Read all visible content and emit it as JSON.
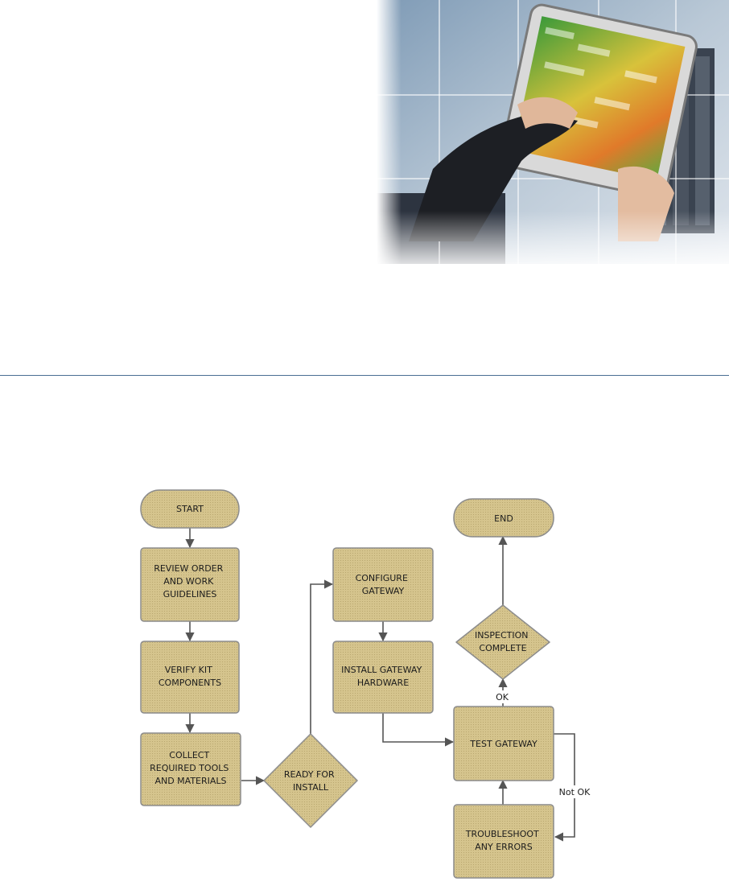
{
  "photo": {
    "subject": "hands-holding-tablet-in-server-room"
  },
  "colors": {
    "node_fill": "#d5c48d",
    "node_stroke": "#8c8c8c",
    "edge": "#555555",
    "divider": "#4a6f93"
  },
  "flowchart": {
    "nodes": {
      "start": {
        "lines": [
          "START"
        ]
      },
      "review": {
        "lines": [
          "REVIEW ORDER",
          "AND WORK",
          "GUIDELINES"
        ]
      },
      "verify": {
        "lines": [
          "VERIFY KIT",
          "COMPONENTS"
        ]
      },
      "collect": {
        "lines": [
          "COLLECT",
          "REQUIRED TOOLS",
          "AND MATERIALS"
        ]
      },
      "ready": {
        "lines": [
          "READY FOR",
          "INSTALL"
        ]
      },
      "configure": {
        "lines": [
          "CONFIGURE",
          "GATEWAY"
        ]
      },
      "install": {
        "lines": [
          "INSTALL GATEWAY",
          "HARDWARE"
        ]
      },
      "test": {
        "lines": [
          "TEST GATEWAY"
        ]
      },
      "troubleshoot": {
        "lines": [
          "TROUBLESHOOT",
          "ANY ERRORS"
        ]
      },
      "inspection": {
        "lines": [
          "INSPECTION",
          "COMPLETE"
        ]
      },
      "end": {
        "lines": [
          "END"
        ]
      }
    },
    "edge_labels": {
      "ok": "OK",
      "not_ok": "Not OK"
    }
  }
}
